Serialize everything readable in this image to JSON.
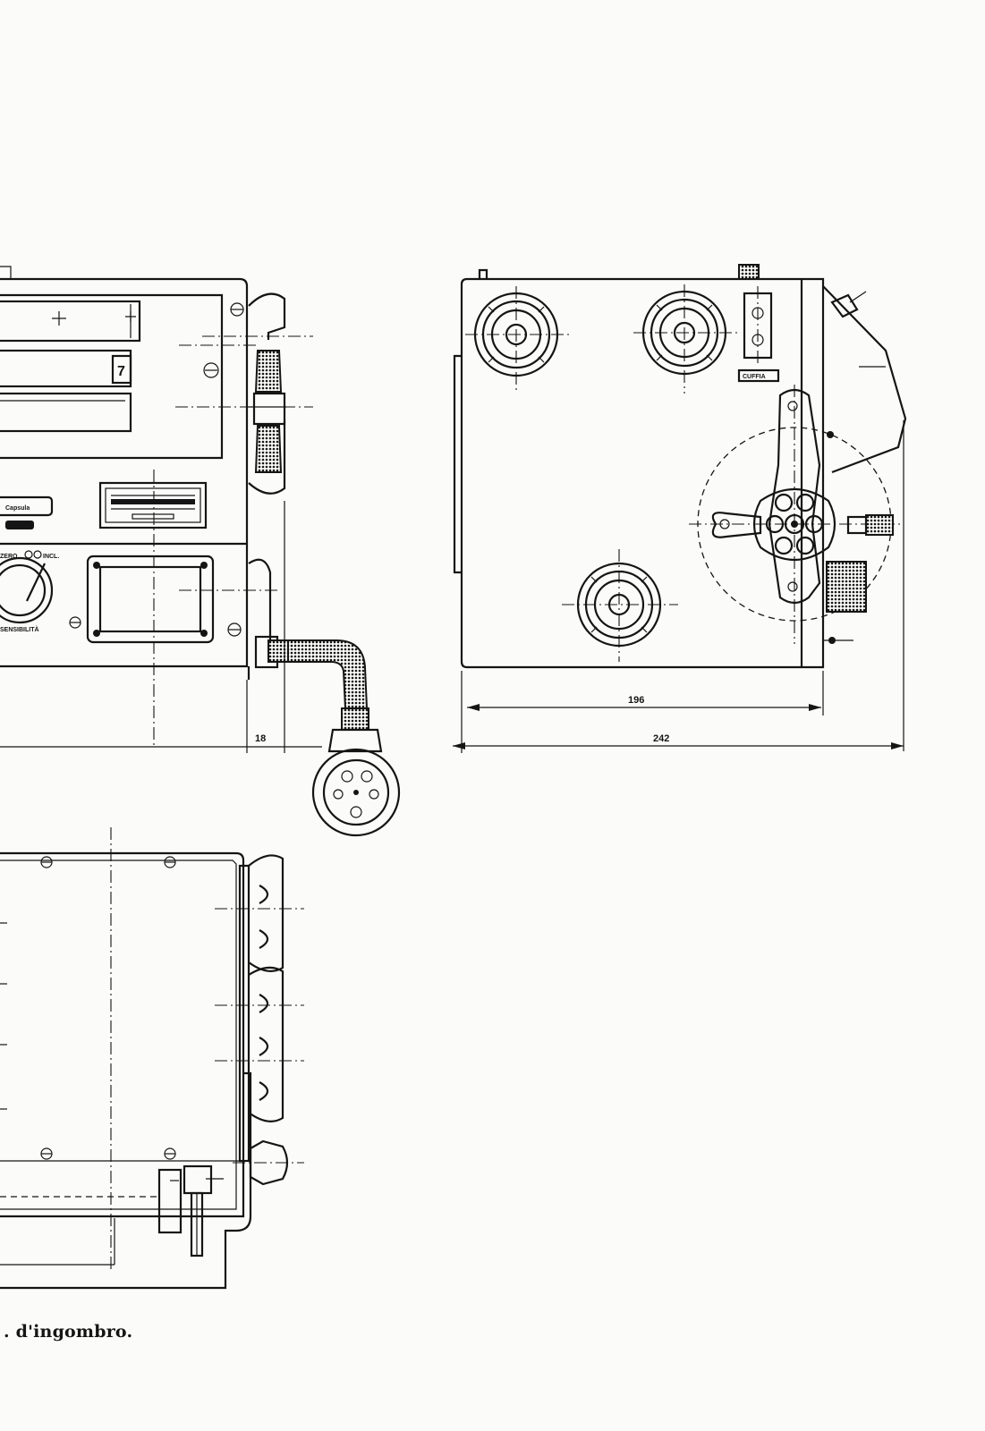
{
  "caption": ". d'ingombro.",
  "dimensions": {
    "front_depth": "18",
    "side_inner": "196",
    "side_overall": "242"
  },
  "labels": {
    "cuffia": "CUFFIA",
    "panel_number": "7",
    "knob_left": "ZERO",
    "knob_right": "INCL.",
    "knob_bottom": "SENSIBILITÀ",
    "small_plate": "Capsula"
  }
}
